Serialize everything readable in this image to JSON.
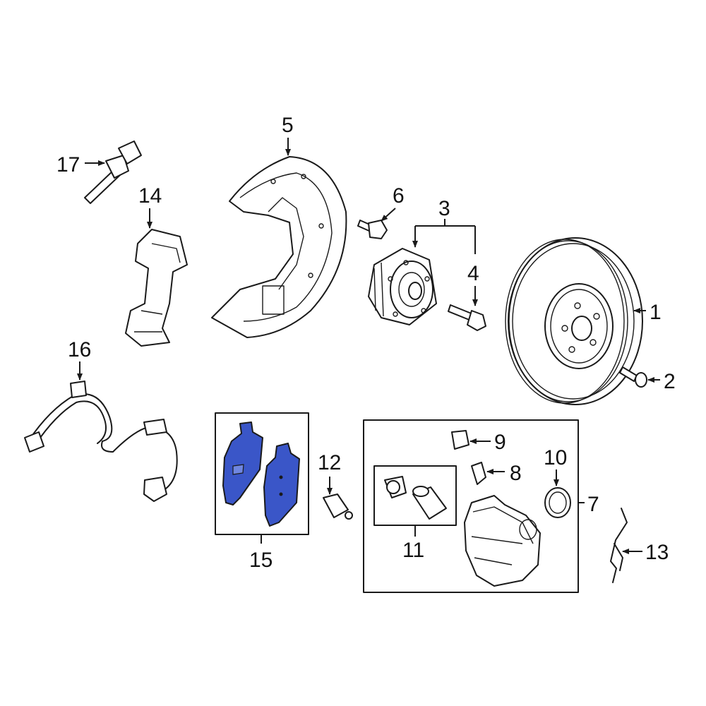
{
  "callouts": {
    "c1": "1",
    "c2": "2",
    "c3": "3",
    "c4": "4",
    "c5": "5",
    "c6": "6",
    "c7": "7",
    "c8": "8",
    "c9": "9",
    "c10": "10",
    "c11": "11",
    "c12": "12",
    "c13": "13",
    "c14": "14",
    "c15": "15",
    "c16": "16",
    "c17": "17"
  },
  "colors": {
    "highlight_fill": "#3a56c8",
    "line": "#1a1a1a",
    "background": "#ffffff"
  }
}
